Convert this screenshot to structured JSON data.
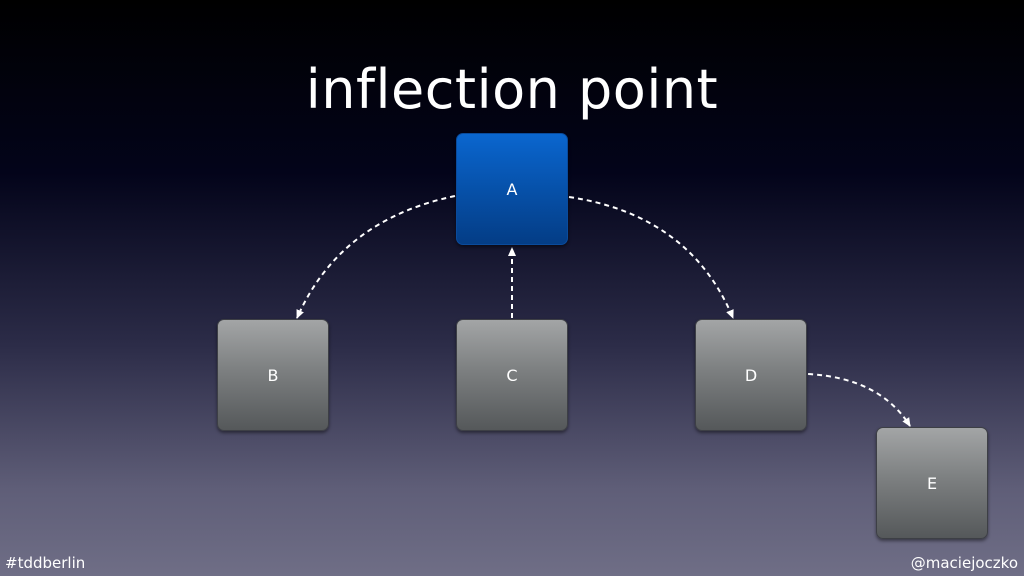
{
  "title": "inflection point",
  "nodes": {
    "a": {
      "label": "A",
      "color": "#0a5fc4"
    },
    "b": {
      "label": "B",
      "color": "#808384"
    },
    "c": {
      "label": "C",
      "color": "#808384"
    },
    "d": {
      "label": "D",
      "color": "#808384"
    },
    "e": {
      "label": "E",
      "color": "#808384"
    }
  },
  "edges": [
    {
      "from": "A",
      "to": "B",
      "style": "dashed"
    },
    {
      "from": "C",
      "to": "A",
      "style": "dashed"
    },
    {
      "from": "A",
      "to": "D",
      "style": "dashed"
    },
    {
      "from": "D",
      "to": "E",
      "style": "dashed"
    }
  ],
  "footer": {
    "left": "#tddberlin",
    "right": "@maciejoczko"
  }
}
